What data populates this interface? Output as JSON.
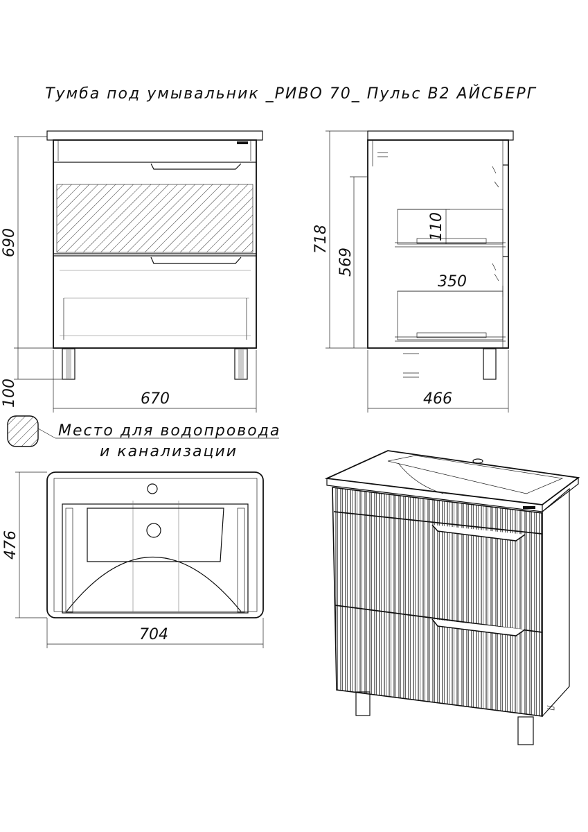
{
  "title": "Тумба под умывальник _РИВО 70_ Пульс В2 АЙСБЕРГ",
  "front_view": {
    "height_label": "690",
    "leg_height_label": "100",
    "width_label": "670"
  },
  "side_view": {
    "total_height_label": "718",
    "inner_height_label": "569",
    "drawer_height_label": "110",
    "drawer_depth_label": "350",
    "depth_label": "466"
  },
  "legend": {
    "line1": "Место для водопровода",
    "line2": "и канализации"
  },
  "top_view": {
    "depth_label": "476",
    "width_label": "704"
  }
}
